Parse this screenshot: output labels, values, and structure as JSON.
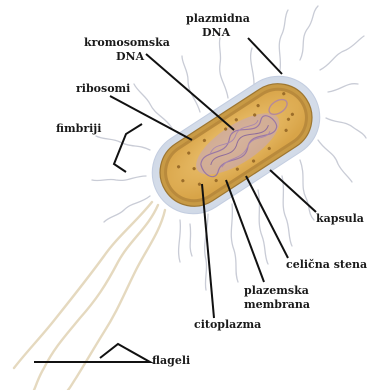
{
  "diagram": {
    "labels": {
      "plazmidna_dna_line1": "plazmidna",
      "plazmidna_dna_line2": "DNA",
      "kromosomska_dna_line1": "kromosomska",
      "kromosomska_dna_line2": "DNA",
      "ribosomi": "ribosomi",
      "fimbriji": "fimbriji",
      "kapsula": "kapsula",
      "celicna_stena": "celična stena",
      "plazemska_membrana_line1": "plazemska",
      "plazemska_membrana_line2": "membrana",
      "citoplazma": "citoplazma",
      "flageli": "flageli"
    },
    "colors": {
      "capsule": "#d9e1ec",
      "cell_wall": "#c89a45",
      "cytoplasm": "#e3b45b",
      "nucleoid": "#b89ab6",
      "ribosome": "#9b6d2a",
      "flagella": "#e5d9bf",
      "fimbriae": "#c9ccd6",
      "label_lines": "#111111"
    }
  }
}
